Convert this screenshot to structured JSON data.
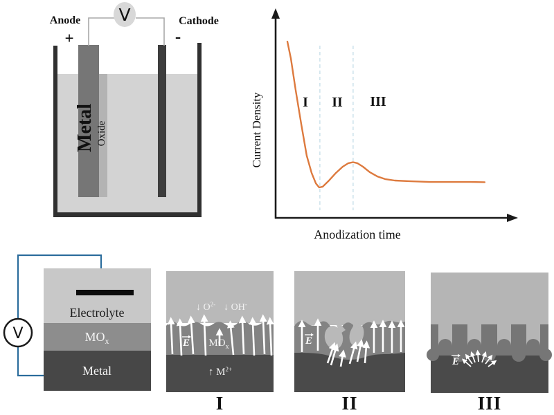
{
  "cell": {
    "anode": "Anode",
    "anode_sign": "+",
    "cathode": "Cathode",
    "cathode_sign": "-",
    "voltmeter": "V",
    "metal": "Metal",
    "oxide": "Oxide"
  },
  "chart_data": {
    "type": "line",
    "title": "",
    "xlabel": "Anodization time",
    "ylabel": "Current Density",
    "regions": [
      "I",
      "II",
      "III"
    ],
    "region_boundaries_x": [
      0.188,
      0.329
    ],
    "x_range": [
      0,
      1
    ],
    "y_range": [
      0,
      1
    ],
    "grid": false,
    "legend": false,
    "line_color": "#dd7a3e",
    "boundary_color": "#cfe3ec",
    "series": [
      {
        "name": "current density",
        "x": [
          0.05,
          0.065,
          0.085,
          0.109,
          0.132,
          0.153,
          0.171,
          0.185,
          0.2,
          0.224,
          0.256,
          0.285,
          0.309,
          0.329,
          0.347,
          0.371,
          0.4,
          0.432,
          0.465,
          0.506,
          0.565,
          0.653,
          0.741,
          0.829,
          0.888
        ],
        "y": [
          0.864,
          0.78,
          0.627,
          0.458,
          0.305,
          0.22,
          0.169,
          0.149,
          0.153,
          0.18,
          0.22,
          0.251,
          0.268,
          0.273,
          0.268,
          0.251,
          0.224,
          0.203,
          0.19,
          0.183,
          0.18,
          0.176,
          0.176,
          0.176,
          0.175
        ]
      }
    ]
  },
  "device": {
    "voltmeter": "V",
    "electrolyte": "Electrolyte",
    "oxide": "MO",
    "oxide_sub": "x",
    "metal": "Metal"
  },
  "stages": {
    "one": {
      "label": "I",
      "o_ion": "↓ O",
      "o_ion_sup": "2-",
      "oh_ion": "↓ OH",
      "oh_ion_sup": "-",
      "e_field": "E",
      "oxide": "MO",
      "oxide_sub": "x",
      "metal_ion": "↑ M",
      "metal_ion_sup": "2+"
    },
    "two": {
      "label": "II",
      "e_field": "E"
    },
    "three": {
      "label": "III",
      "e_field": "E"
    }
  },
  "palette": {
    "wire_blue": "#2b6c9c",
    "wire_gray": "#a8a8a8",
    "axis": "#1a1a1a"
  }
}
